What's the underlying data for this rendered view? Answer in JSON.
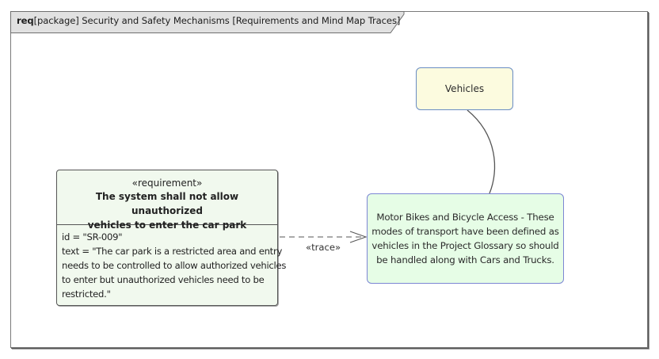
{
  "frame": {
    "keyword": "req",
    "title": "[package] Security and Safety Mechanisms [Requirements and Mind Map Traces]"
  },
  "requirement": {
    "stereotype": "«requirement»",
    "name_lines": [
      "The system shall not allow unauthorized",
      "vehicles to enter the car park"
    ],
    "attribute_lines": [
      "id = \"SR-009\"",
      "text = \"The car park is a restricted area and entry",
      "needs to be controlled to allow authorized vehicles",
      "to enter but unauthorized vehicles need to be",
      "restricted.\""
    ]
  },
  "mind_map": {
    "central_topic": "Vehicles",
    "subtopic_lines": [
      "Motor Bikes and Bicycle Access - These",
      "modes of transport have been defined as",
      "vehicles in the Project Glossary so should",
      "be handled along with Cars and Trucks."
    ]
  },
  "connectors": {
    "trace_label": "«trace»"
  },
  "colors": {
    "requirement_fill": "#f1f9ee",
    "central_topic_fill": "#fcfbdf",
    "central_topic_border": "#6a8dc4",
    "subtopic_fill": "#e6fde6",
    "subtopic_border": "#7c86d4",
    "frame_tab_fill": "#e1e1e1"
  }
}
